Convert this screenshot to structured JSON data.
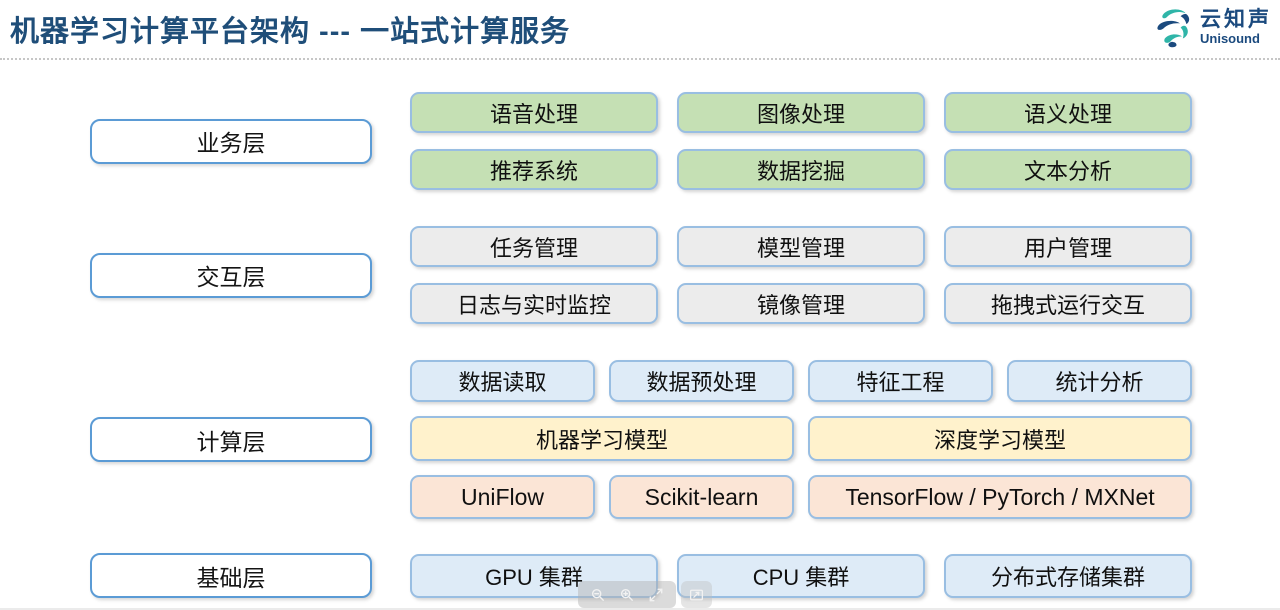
{
  "header": {
    "title": "机器学习计算平台架构 --- 一站式计算服务",
    "logo_cn": "云知声",
    "logo_en": "Unisound"
  },
  "colors": {
    "title_navy": "#1F4E79",
    "label_border": "#5B9BD5",
    "box_border": "#99BEE2",
    "green_fill": "#C5E0B4",
    "gray_fill": "#ECECEC",
    "blue_fill": "#DEEBF7",
    "yellow_fill": "#FFF2CC",
    "peach_fill": "#FBE5D6",
    "logo_teal": "#2FB5A8",
    "logo_navy": "#1B4A7E"
  },
  "layers": [
    {
      "label": "业务层",
      "rows": [
        {
          "cells": [
            "语音处理",
            "图像处理",
            "语义处理"
          ]
        },
        {
          "cells": [
            "推荐系统",
            "数据挖掘",
            "文本分析"
          ]
        }
      ]
    },
    {
      "label": "交互层",
      "rows": [
        {
          "cells": [
            "任务管理",
            "模型管理",
            "用户管理"
          ]
        },
        {
          "cells": [
            "日志与实时监控",
            "镜像管理",
            "拖拽式运行交互"
          ]
        }
      ]
    },
    {
      "label": "计算层",
      "rows": [
        {
          "cells": [
            "数据读取",
            "数据预处理",
            "特征工程",
            "统计分析"
          ]
        },
        {
          "cells": [
            "机器学习模型",
            "深度学习模型"
          ]
        },
        {
          "cells": [
            "UniFlow",
            "Scikit-learn",
            "TensorFlow / PyTorch / MXNet"
          ]
        }
      ]
    },
    {
      "label": "基础层",
      "rows": [
        {
          "cells": [
            "GPU 集群",
            "CPU 集群",
            "分布式存储集群"
          ]
        }
      ]
    }
  ],
  "viewer_toolbar": {
    "icons": [
      "zoom-out",
      "zoom-in",
      "fullscreen",
      "preview-image"
    ]
  }
}
